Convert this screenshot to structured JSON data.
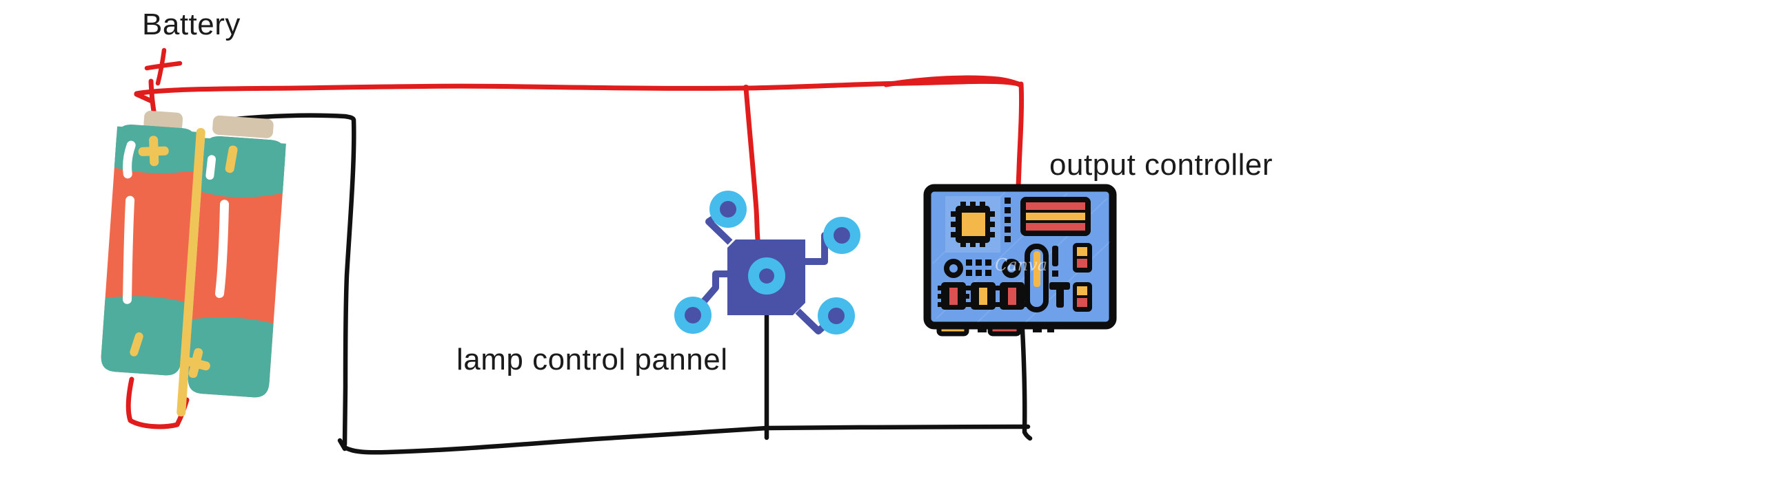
{
  "diagram": {
    "components": {
      "battery": {
        "label": "Battery",
        "positive_mark": "+"
      },
      "lamp_control_panel": {
        "label": "lamp control pannel"
      },
      "output_controller": {
        "label": "output controller",
        "watermark": "Canva"
      }
    },
    "colors": {
      "background": "#ffffff",
      "wire_positive_red": "#e01c1c",
      "wire_negative_black": "#111111",
      "battery_teal": "#4ead9d",
      "battery_orange": "#f0684b",
      "battery_yellow": "#f0c558",
      "battery_cap_tan": "#d5c5ac",
      "panel_indigo": "#4a52a8",
      "panel_light_blue": "#45bcec",
      "board_blue": "#6fa1eb",
      "board_chip_backdrop": "#82aeee",
      "board_yellow": "#f4b74a",
      "board_red": "#db5151",
      "outline_black": "#0d0d0d",
      "label_text": "#1b1b1b"
    }
  }
}
